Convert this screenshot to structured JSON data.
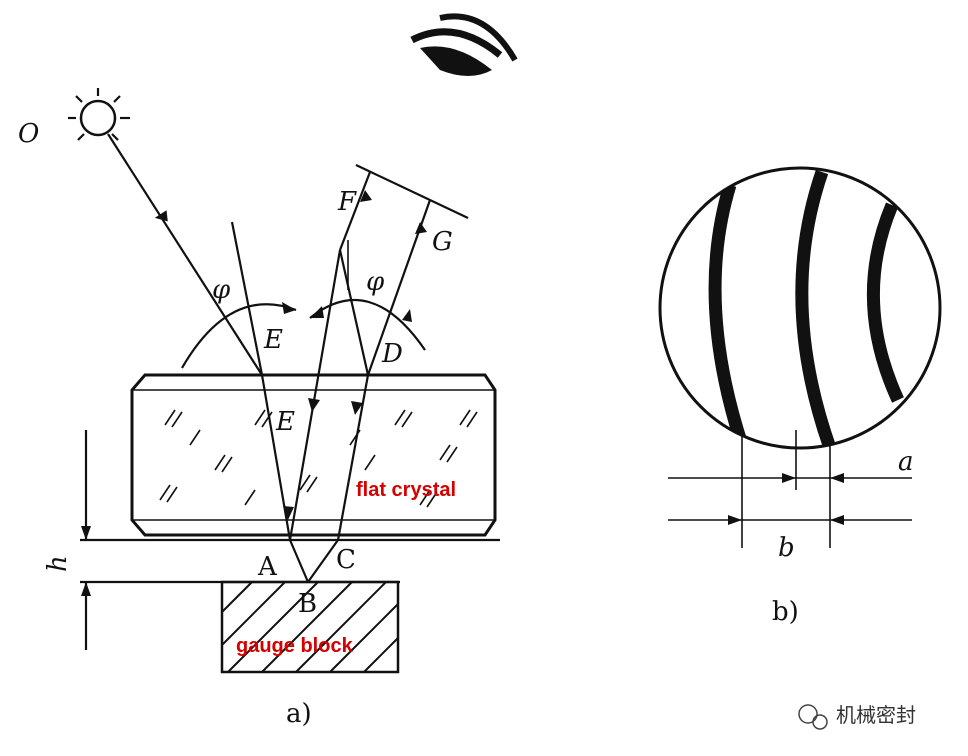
{
  "labels": {
    "O": "O",
    "F": "F",
    "G": "G",
    "phi_left": "φ",
    "phi_right": "φ",
    "E_top": "E",
    "D": "D",
    "E_inner": "E",
    "h": "h",
    "A": "A",
    "C": "C",
    "B": "B",
    "a": "a",
    "b": "b"
  },
  "captions": {
    "left": "a)",
    "right": "b)"
  },
  "annotations": {
    "flat_crystal": "flat crystal",
    "gauge_block": "gauge block"
  },
  "watermark": {
    "text": "机械密封",
    "icon": "wechat-icon"
  }
}
